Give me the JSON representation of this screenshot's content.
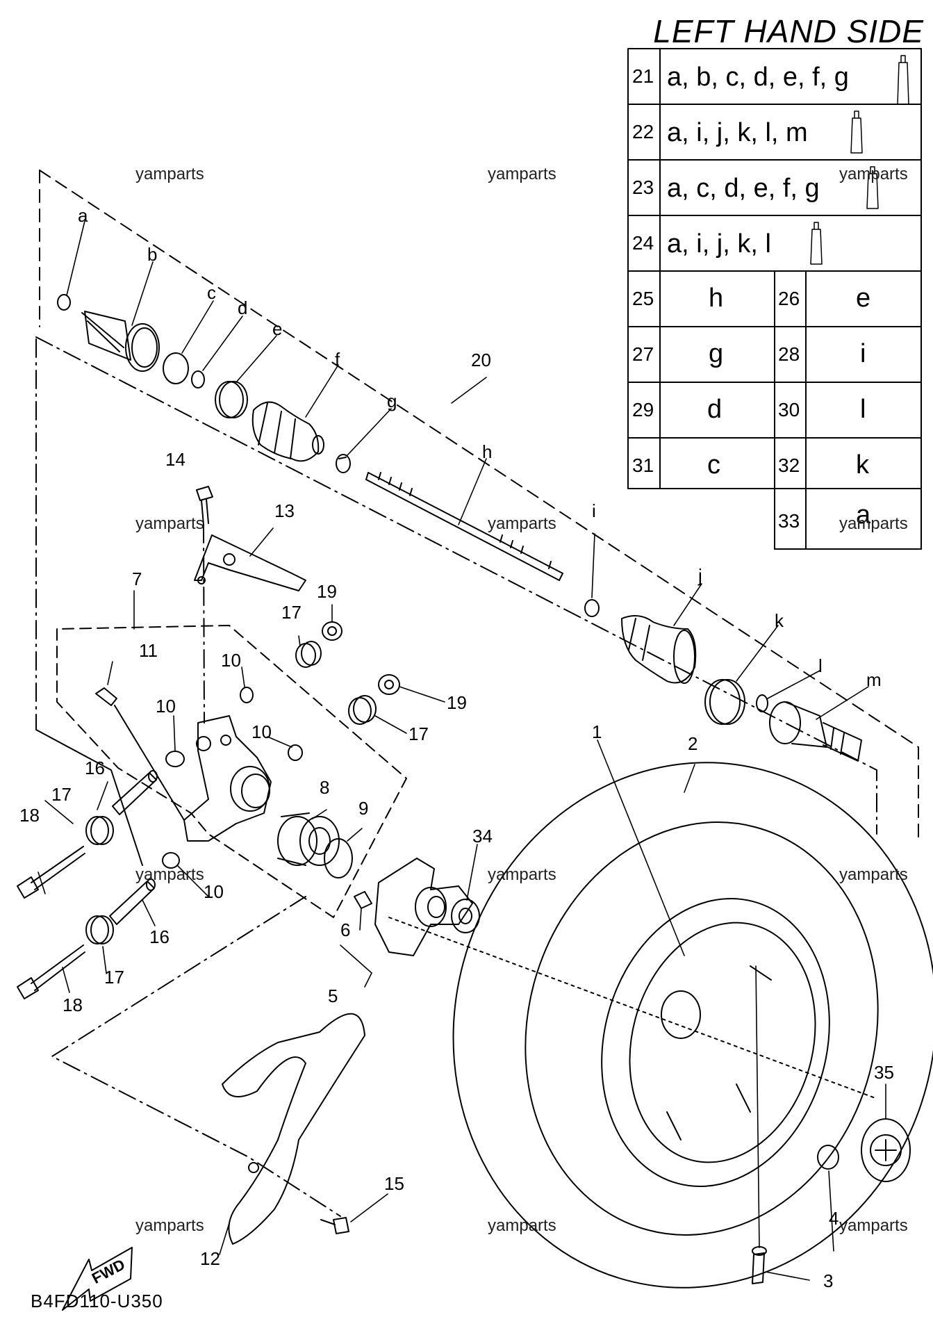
{
  "title": "LEFT HAND SIDE",
  "diagram_code": "B4FD110-U350",
  "watermark": "yamparts",
  "fwd_label": "FWD",
  "kit_table": {
    "full_rows": [
      {
        "no": "21",
        "parts": "a, b, c, d, e, f, g",
        "grease": true
      },
      {
        "no": "22",
        "parts": "a, i, j, k, l, m",
        "grease": true
      },
      {
        "no": "23",
        "parts": "a, c, d, e, f, g",
        "grease": true
      },
      {
        "no": "24",
        "parts": "a, i, j, k, l",
        "grease": true
      }
    ],
    "pair_rows": [
      {
        "left_no": "25",
        "left_part": "h",
        "right_no": "26",
        "right_part": "e"
      },
      {
        "left_no": "27",
        "left_part": "g",
        "right_no": "28",
        "right_part": "i"
      },
      {
        "left_no": "29",
        "left_part": "d",
        "right_no": "30",
        "right_part": "l"
      },
      {
        "left_no": "31",
        "left_part": "c",
        "right_no": "32",
        "right_part": "k"
      },
      {
        "left_no": "",
        "left_part": "",
        "right_no": "33",
        "right_part": "a"
      }
    ]
  },
  "callouts": {
    "a": "a",
    "b": "b",
    "c": "c",
    "d": "d",
    "e": "e",
    "f": "f",
    "g": "g",
    "h": "h",
    "i": "i",
    "j": "j",
    "k": "k",
    "l": "l",
    "m": "m",
    "n1": "1",
    "n2": "2",
    "n3": "3",
    "n4": "4",
    "n5": "5",
    "n6": "6",
    "n7": "7",
    "n8": "8",
    "n9": "9",
    "n10": "10",
    "n11": "11",
    "n12": "12",
    "n13": "13",
    "n14": "14",
    "n15": "15",
    "n16": "16",
    "n17": "17",
    "n18": "18",
    "n19": "19",
    "n20": "20",
    "n34": "34",
    "n35": "35"
  }
}
